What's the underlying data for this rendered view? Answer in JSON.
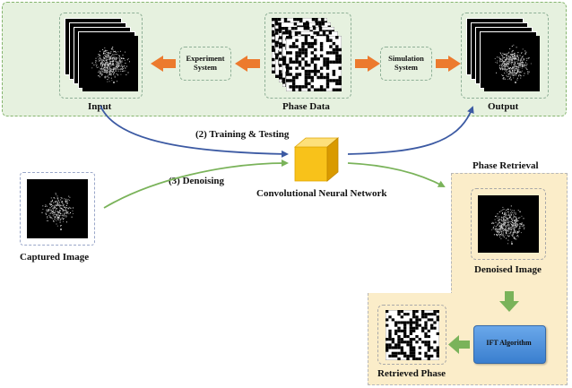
{
  "labels": {
    "input": "Input",
    "phase_data": "Phase Data",
    "output": "Output",
    "experiment_system": "Experiment System",
    "simulation_system": "Simulation System",
    "training_testing": "(2) Training & Testing",
    "denoising": "(3) Denoising",
    "cnn": "Convolutional Neural Network",
    "captured_image": "Captured Image",
    "phase_retrieval": "Phase Retrieval",
    "denoised_image": "Denoised Image",
    "ift_algorithm": "IFT Algorithm",
    "retrieved_phase": "Retrieved Phase"
  },
  "colors": {
    "top_panel_fill": "#e6f1df",
    "top_panel_border": "#86b56f",
    "phase_panel_fill": "#fbedc9",
    "orange_arrow": "#ec7a2e",
    "blue_arrow": "#3c5aa3",
    "green_arrow": "#7ab35a",
    "cnn_cube": "#f8c21a",
    "ift_box": "#4a90d9"
  }
}
